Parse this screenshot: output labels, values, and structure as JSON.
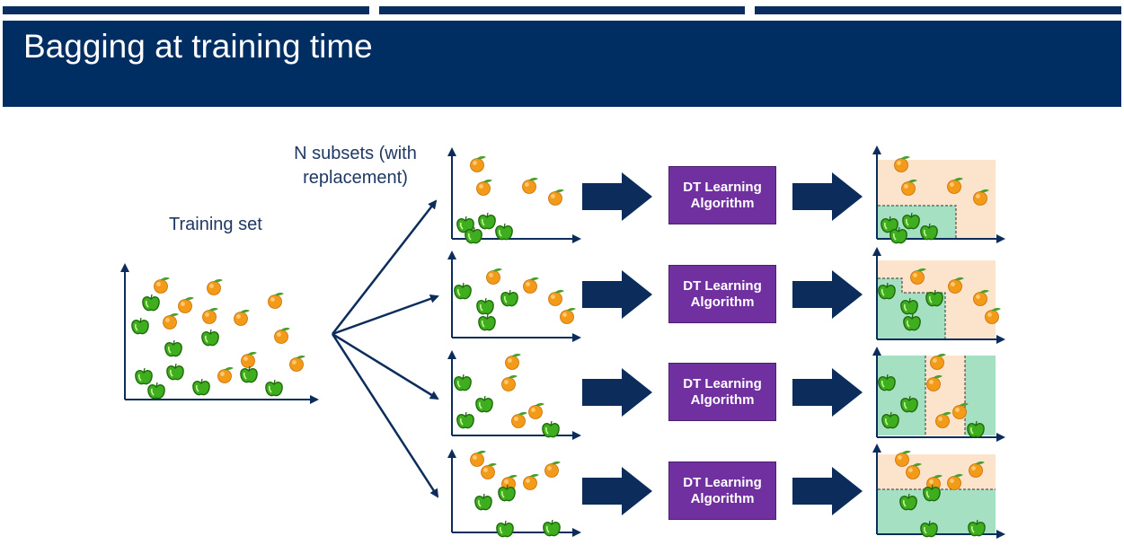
{
  "header": {
    "title": "Bagging at training time"
  },
  "labels": {
    "training_set": "Training set",
    "subsets": "N subsets (with replacement)"
  },
  "algorithm_boxes": [
    "DT Learning Algorithm",
    "DT Learning Algorithm",
    "DT Learning Algorithm",
    "DT Learning Algorithm"
  ],
  "colors": {
    "header_bg": "#002d62",
    "arrow": "#0c2d5c",
    "algorithm_box": "#7030a0",
    "orange_region": "#fbe3cc",
    "green_region": "#a6e0c3",
    "orange_fruit": "#f39a19",
    "green_fruit": "#3fae1e"
  },
  "icons": [
    "orange-icon",
    "green-apple-icon"
  ]
}
